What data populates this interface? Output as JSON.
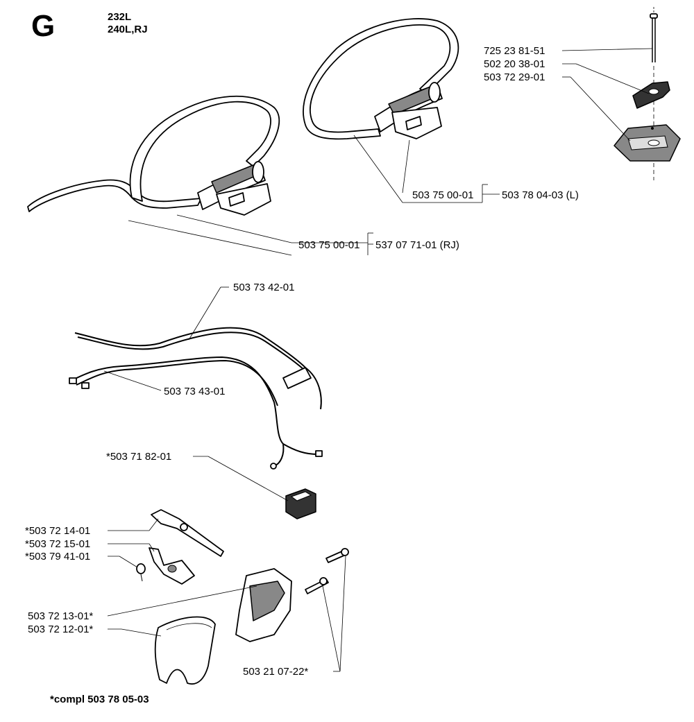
{
  "section": "G",
  "models": [
    "232L",
    "240L,RJ"
  ],
  "footnote": "*compl 503 78 05-03",
  "parts": {
    "bolt": "725 23 81-51",
    "knob": "502 20 38-01",
    "clamp": "503 72 29-01",
    "handle_l_sub": "503 75 00-01",
    "handle_l": "503 78 04-03 (L)",
    "handle_rj_sub": "503 75 00-01",
    "handle_rj": "537 07 71-01 (RJ)",
    "cable1": "503 73 42-01",
    "cable2": "503 73 43-01",
    "switch": "*503 71 82-01",
    "throttle": "*503 72 14-01",
    "lockout": "*503 72 15-01",
    "spring": "*503 79 41-01",
    "housing_left": "503 72 13-01*",
    "housing_right": "503 72 12-01*",
    "screw": "503 21 07-22*"
  }
}
